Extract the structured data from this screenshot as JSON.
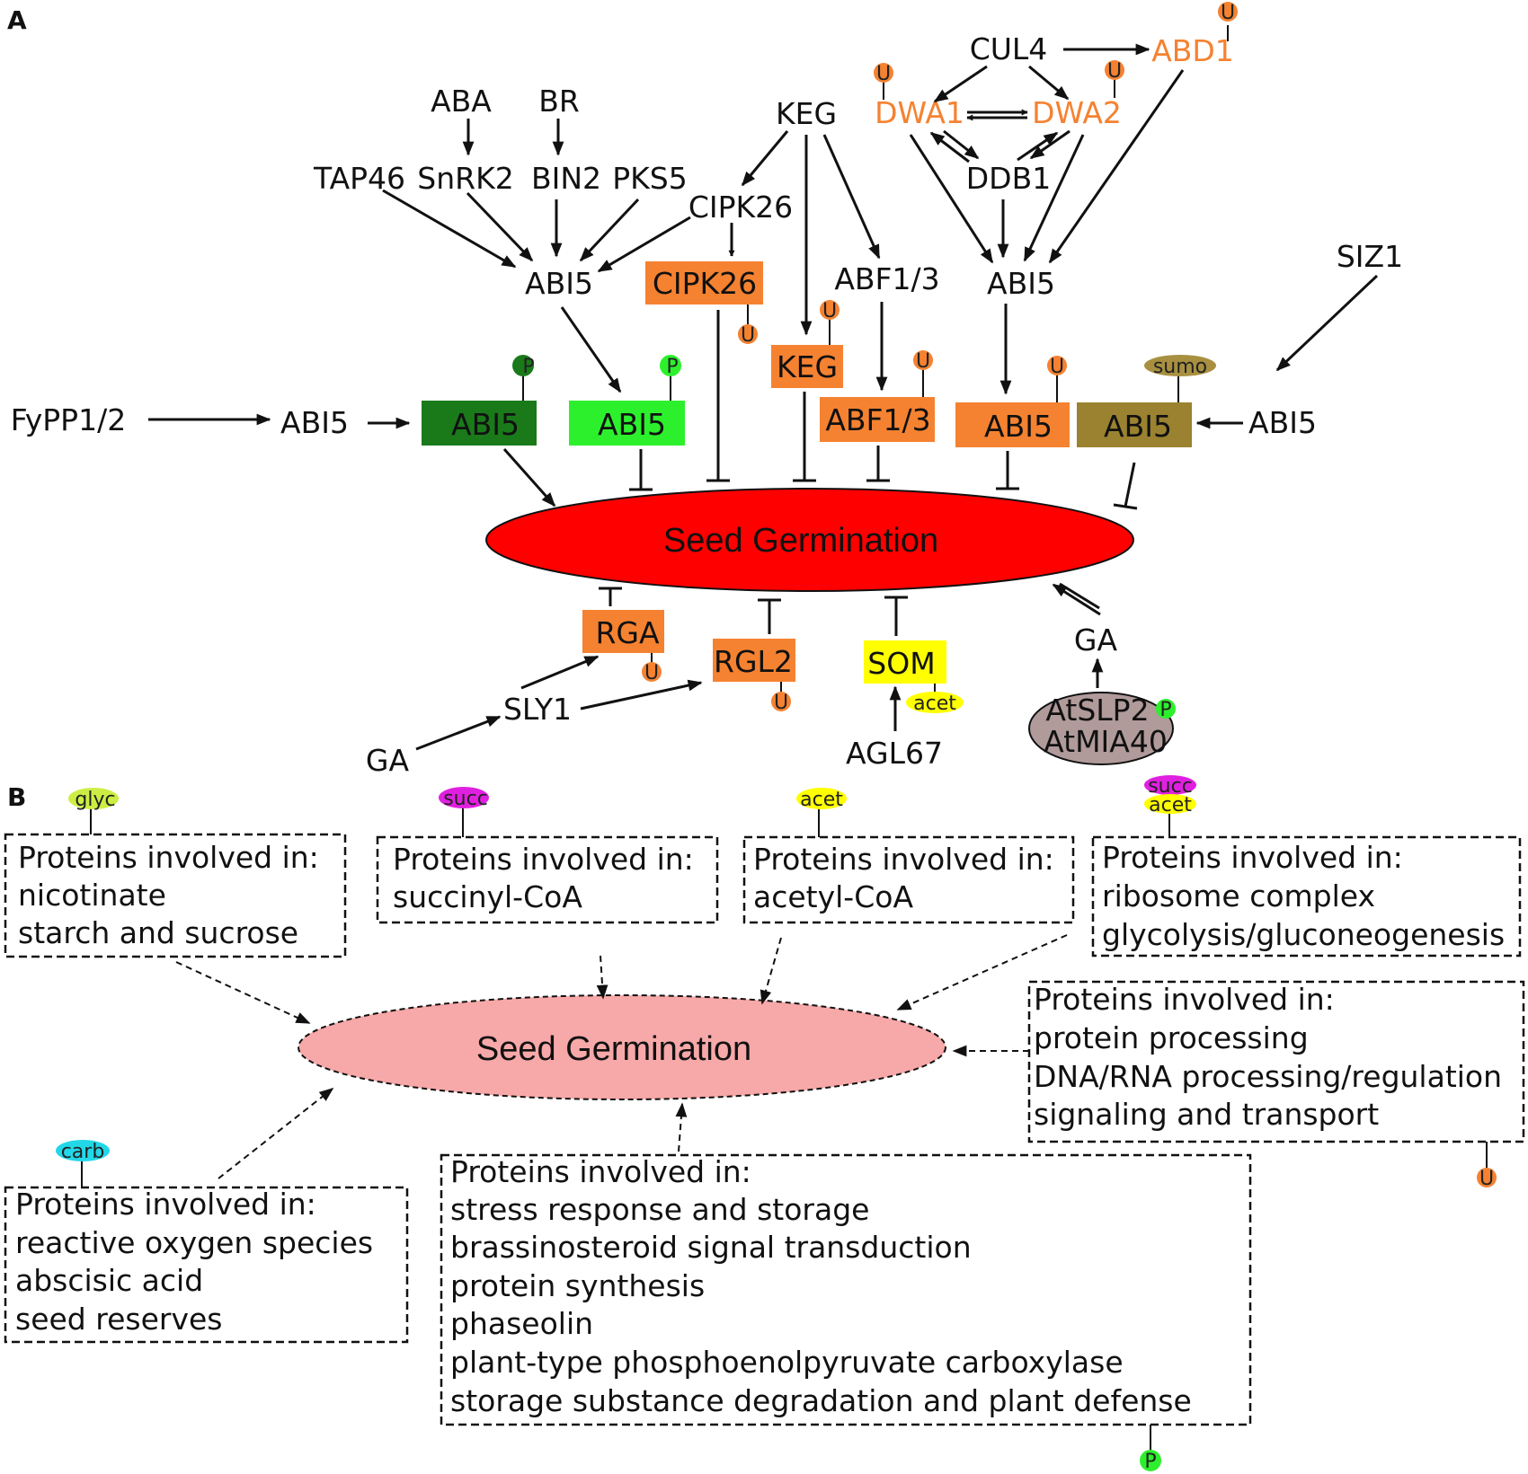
{
  "panels": {
    "a": "A",
    "b": "B"
  },
  "colors": {
    "orange_box": "#f58231",
    "orange_text": "#f58231",
    "dark_green_box": "#1a7a1a",
    "light_green_box": "#2df02d",
    "olive_box": "#9a8230",
    "yellow_box": "#ffff00",
    "seed_red": "#ff0000",
    "seed_pink": "#f7a8a8",
    "gray_ellipse": "#b09a9a",
    "mod_u": "#f58231",
    "mod_p_dark": "#1a7a1a",
    "mod_p_light": "#2df02d",
    "mod_sumo": "#a89040",
    "mod_acet": "#ffff00",
    "mod_succ": "#e020e0",
    "mod_glyc": "#ccee44",
    "mod_carb": "#22d8e8"
  },
  "panelA": {
    "top_nodes": {
      "aba": "ABA",
      "br": "BR",
      "tap46": "TAP46",
      "snrk2": "SnRK2",
      "bin2": "BIN2",
      "pks5": "PKS5",
      "cipk26": "CIPK26",
      "keg": "KEG",
      "abi5_left": "ABI5",
      "abf13": "ABF1/3",
      "cul4": "CUL4",
      "abd1": "ABD1",
      "dwa1": "DWA1",
      "dwa2": "DWA2",
      "ddb1": "DDB1",
      "abi5_right": "ABI5",
      "siz1": "SIZ1"
    },
    "row": {
      "fypp": "FyPP1/2",
      "abi5_mid": "ABI5",
      "abi5_siz": "ABI5"
    },
    "boxes": {
      "abi5_dark": "ABI5",
      "abi5_light": "ABI5",
      "cipk26": "CIPK26",
      "keg": "KEG",
      "abf13": "ABF1/3",
      "abi5_orange": "ABI5",
      "abi5_olive": "ABI5"
    },
    "seed": "Seed Germination",
    "bottom": {
      "rga": "RGA",
      "rgl2": "RGL2",
      "som": "SOM",
      "ga_right": "GA",
      "sly1": "SLY1",
      "ga_left": "GA",
      "agl67": "AGL67",
      "atslp2": "AtSLP2",
      "atmia40": "AtMIA40"
    },
    "mods": {
      "u": "U",
      "p": "P",
      "sumo": "sumo",
      "acet": "acet"
    }
  },
  "panelB": {
    "seed": "Seed Germination",
    "mods": {
      "glyc": "glyc",
      "succ": "succ",
      "acet": "acet",
      "carb": "carb",
      "u": "U",
      "p": "P"
    },
    "boxes": {
      "b1": [
        "Proteins involved in:",
        "nicotinate",
        "starch and sucrose"
      ],
      "b2": [
        "Proteins involved in:",
        "succinyl-CoA"
      ],
      "b3": [
        "Proteins involved in:",
        "acetyl-CoA"
      ],
      "b4": [
        "Proteins involved in:",
        "ribosome complex",
        "glycolysis/gluconeogenesis"
      ],
      "b5": [
        "Proteins involved in:",
        "protein processing",
        "DNA/RNA processing/regulation",
        "signaling and transport"
      ],
      "b6": [
        "Proteins involved in:",
        "reactive oxygen species",
        "abscisic acid",
        "seed reserves"
      ],
      "b7": [
        "Proteins involved in:",
        "stress response and storage",
        "brassinosteroid signal transduction",
        "protein synthesis",
        "phaseolin",
        "plant-type phosphoenolpyruvate carboxylase",
        "storage substance degradation and plant defense"
      ]
    }
  }
}
